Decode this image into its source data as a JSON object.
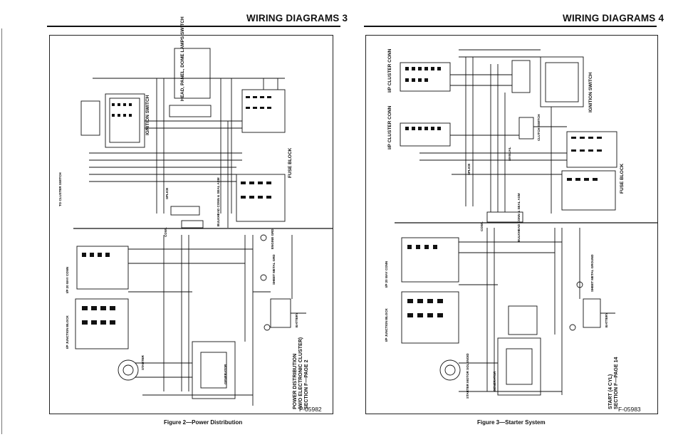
{
  "left": {
    "header_title": "WIRING DIAGRAMS 3",
    "figure_number": "F-05982",
    "caption": "Figure 2—Power Distribution",
    "section_note": [
      "POWER DISTRIBUTION",
      "(W/O ELECTRONIC CLUSTER)",
      "SECTION F—PAGE 2"
    ],
    "labels": {
      "headlamp_switch": "HEAD, PANEL, DOME LAMPS SWITCH",
      "ignition_switch": "IGNITION SWITCH",
      "fuse_block": "FUSE BLOCK",
      "bulkhead": "BULKHEAD CONN & SEAL ASM",
      "cowl": "COWL",
      "ip_conn": "I/P 20 WAY CONN",
      "ip_junction": "I/P JUNCTION BLOCK",
      "starter": "STARTER",
      "generator": "GENERATOR",
      "battery": "BATTERY",
      "engine_grd": "ENGINE GRD",
      "sheet_metal_grd": "SHEET METAL GRD",
      "to_cluster": "TO CLUSTER SWITCH",
      "splice": "SPLICE"
    }
  },
  "right": {
    "header_title": "WIRING DIAGRAMS 4",
    "figure_number": "F-05983",
    "caption": "Figure 3—Starter System",
    "section_note": [
      "START (4 CYL)",
      "SECTION F—PAGE 14"
    ],
    "labels": {
      "ip_cluster_top": "I/P CLUSTER CONN",
      "ip_cluster": "I/P CLUSTER CONN",
      "ignition_switch": "IGNITION SWITCH",
      "clutch_switch": "CLUTCH SWITCH",
      "fuse_block": "FUSE BLOCK",
      "bulkhead": "BULKHEAD CONN & SEAL ASM",
      "cowl": "COWL",
      "ip_conn": "I/P 20 WAY CONN",
      "ip_junction": "I/P JUNCTION BLOCK",
      "starter_solenoid": "STARTER MOTOR SOLENOID",
      "generator": "GENERATOR",
      "battery": "BATTERY",
      "sheet_metal_ground": "SHEET METAL GROUND",
      "manual": "MANUAL",
      "splice": "SPLICE"
    }
  }
}
